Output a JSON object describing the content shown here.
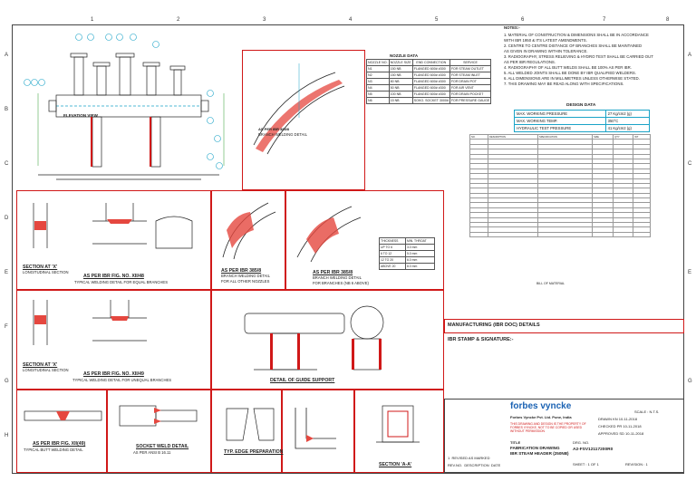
{
  "zones": {
    "cols": [
      "1",
      "2",
      "3",
      "4",
      "5",
      "6",
      "7",
      "8"
    ],
    "rows": [
      "A",
      "B",
      "C",
      "D",
      "E",
      "F",
      "G",
      "H"
    ]
  },
  "nozzle_table": {
    "title": "NOZZLE DATA",
    "headers": [
      "NOZZLE NO.",
      "NOZZLE SIZE",
      "END CONNECTION",
      "SERVICE"
    ],
    "rows": [
      [
        "N1",
        "150 NB",
        "FLANGED 600# #300",
        "FOR STEAM OUTLET"
      ],
      [
        "N2",
        "150 NB",
        "FLANGED 600# #300",
        "FOR STEAM INLET"
      ],
      [
        "N3",
        "80 NB",
        "FLANGED 600# #300",
        "FOR DRAIN POT"
      ],
      [
        "N4",
        "50 NB",
        "FLANGED 600# #300",
        "FOR AIR VENT"
      ],
      [
        "N5",
        "100 NB",
        "FLANGED 600# #300",
        "FOR DRAIN POCKET"
      ],
      [
        "N6",
        "15 NB",
        "SOKO. SOCKET 3000#",
        "FOR PRESSURE GAUGE"
      ]
    ]
  },
  "notes": {
    "title": "NOTES:-",
    "lines": [
      "1. MATERIAL OF CONSTRUCTION & DIMENSIONS SHALL BE IN ACCORDANCE",
      "   WITH IBR 1950 & ITS LATEST AMENDMENTS.",
      "2. CENTRE TO CENTRE DISTANCE OF BRANCHES SHALL BE MAINTAINED",
      "   AS GIVEN IN DRAWING WITHIN TOLERANCE.",
      "3. RADIOGRAPHY, STRESS RELIEVING & HYDRO TEST SHALL BE CARRIED OUT",
      "   AS PER IBR REGULATIONS.",
      "4. RADIOGRAPHY OF ALL BUTT WELDS SHALL BE 100% AS PER IBR.",
      "5. ALL WELDED JOINTS SHALL BE DONE BY IBR QUALIFIED WELDERS.",
      "6. ALL DIMENSIONS ARE IN MILLIMETRES UNLESS OTHERWISE STATED.",
      "7. THIS DRAWING MAY BE READ ALONG WITH SPECIFICATIONS."
    ]
  },
  "design_data": {
    "title": "DESIGN DATA",
    "rows": [
      [
        "MAX. WORKING PRESSURE",
        "27 Kg/cm2 (g)"
      ],
      [
        "MAX. WORKING TEMP.",
        "350°C"
      ],
      [
        "HYDRAULIC TEST PRESSURE",
        "41 Kg/cm2 (g)"
      ]
    ]
  },
  "bom_header": [
    "NO.",
    "DESCRIPTION",
    "SPECIFICATION",
    "SIZE",
    "QTY",
    "WT"
  ],
  "bom_rows": 20,
  "bom_footer": "BILL OF MATERIAL",
  "sections": {
    "elevation_caption": "ELEVATION VIEW",
    "sec1_cap": "SECTION AT 'X'",
    "sec1_sub": "LONGITUDINAL SECTION",
    "sec1_std": "AS PER IBR FIG. NO. XII/48",
    "sec1_std2": "TYPICAL WELDING DETAIL FOR EQUAL BRANCHES",
    "sec2_cap": "SECTION AT 'X'",
    "sec2_sub": "LONGITUDINAL SECTION",
    "sec2_std": "AS PER IBR FIG. NO. XII/49",
    "sec2_std2": "TYPICAL WELDING DETAIL FOR UNEQUAL BRANCHES",
    "mid1_cap": "AS PER IBR 385/8",
    "mid1_sub": "BRANCH WELDING DETAIL",
    "mid1_sub2": "FOR ALL OTHER NOZZLES",
    "mid2_cap": "AS PER IBR 385/8",
    "mid2_sub": "BRANCH WELDING DETAIL",
    "mid2_sub2": "FOR BRANCHES (NB 6 ABOVE)",
    "guide_cap": "DETAIL OF GUIDE SUPPORT",
    "butt_cap": "AS PER IBR FIG. XII(49)",
    "butt_sub": "TYPICAL BUTT WELDING DETAIL",
    "socket_cap": "SOCKET WELD DETAIL",
    "socket_sub": "AS PER ANSI B 16.11",
    "edge_cap": "TYP. EDGE PREPARATION",
    "secA_cap": "SECTION 'A-A'",
    "top_detail_cap": "AS PER IBR 385/8",
    "top_detail_sub": "BRANCH WELDING DETAIL"
  },
  "weld_table": {
    "rows": [
      [
        "THICKNESS",
        "MIN. THROAT"
      ],
      [
        "UP TO 6",
        "3.0 mm"
      ],
      [
        "6 TO 12",
        "5.0 mm"
      ],
      [
        "12 TO 20",
        "6.0 mm"
      ],
      [
        "ABOVE 20",
        "8.0 mm"
      ]
    ]
  },
  "mfg_details": "MANUFACTURING (IBR DOC) DETAILS",
  "ibr_stamp": "IBR STAMP & SIGNATURE:-",
  "title_block": {
    "company": "forbes vyncke",
    "company_line": "Forbes Vyncke Pvt. Ltd. Pune, India",
    "warning": "THIS DRAWING AND DESIGN IS THE PROPERTY OF FORBES VYNCKE, NOT TO BE COPIED OR USED WITHOUT PERMISSION",
    "title_label": "TITLE",
    "title": "FABRICATION DRAWING",
    "title2": "IBR STEAM HEADER (250NB)",
    "drg_label": "DRG. NO.",
    "drg_no": "A2-FSV12117200R0",
    "sheet": "SHEET : 1 OF 1",
    "rev": "REVISION : 1",
    "scale": "SCALE : N.T.S.",
    "rev_row": [
      "1",
      "REVISED AS MARKED"
    ],
    "rev_head": [
      "REV.NO.",
      "DESCRIPTION",
      "DATE"
    ],
    "sign": [
      [
        "DRAWN",
        "KN",
        "10-11-2018"
      ],
      [
        "CHECKED",
        "PR",
        "10-11-2018"
      ],
      [
        "APPROVED",
        "SD",
        "10-11-2018"
      ]
    ]
  }
}
